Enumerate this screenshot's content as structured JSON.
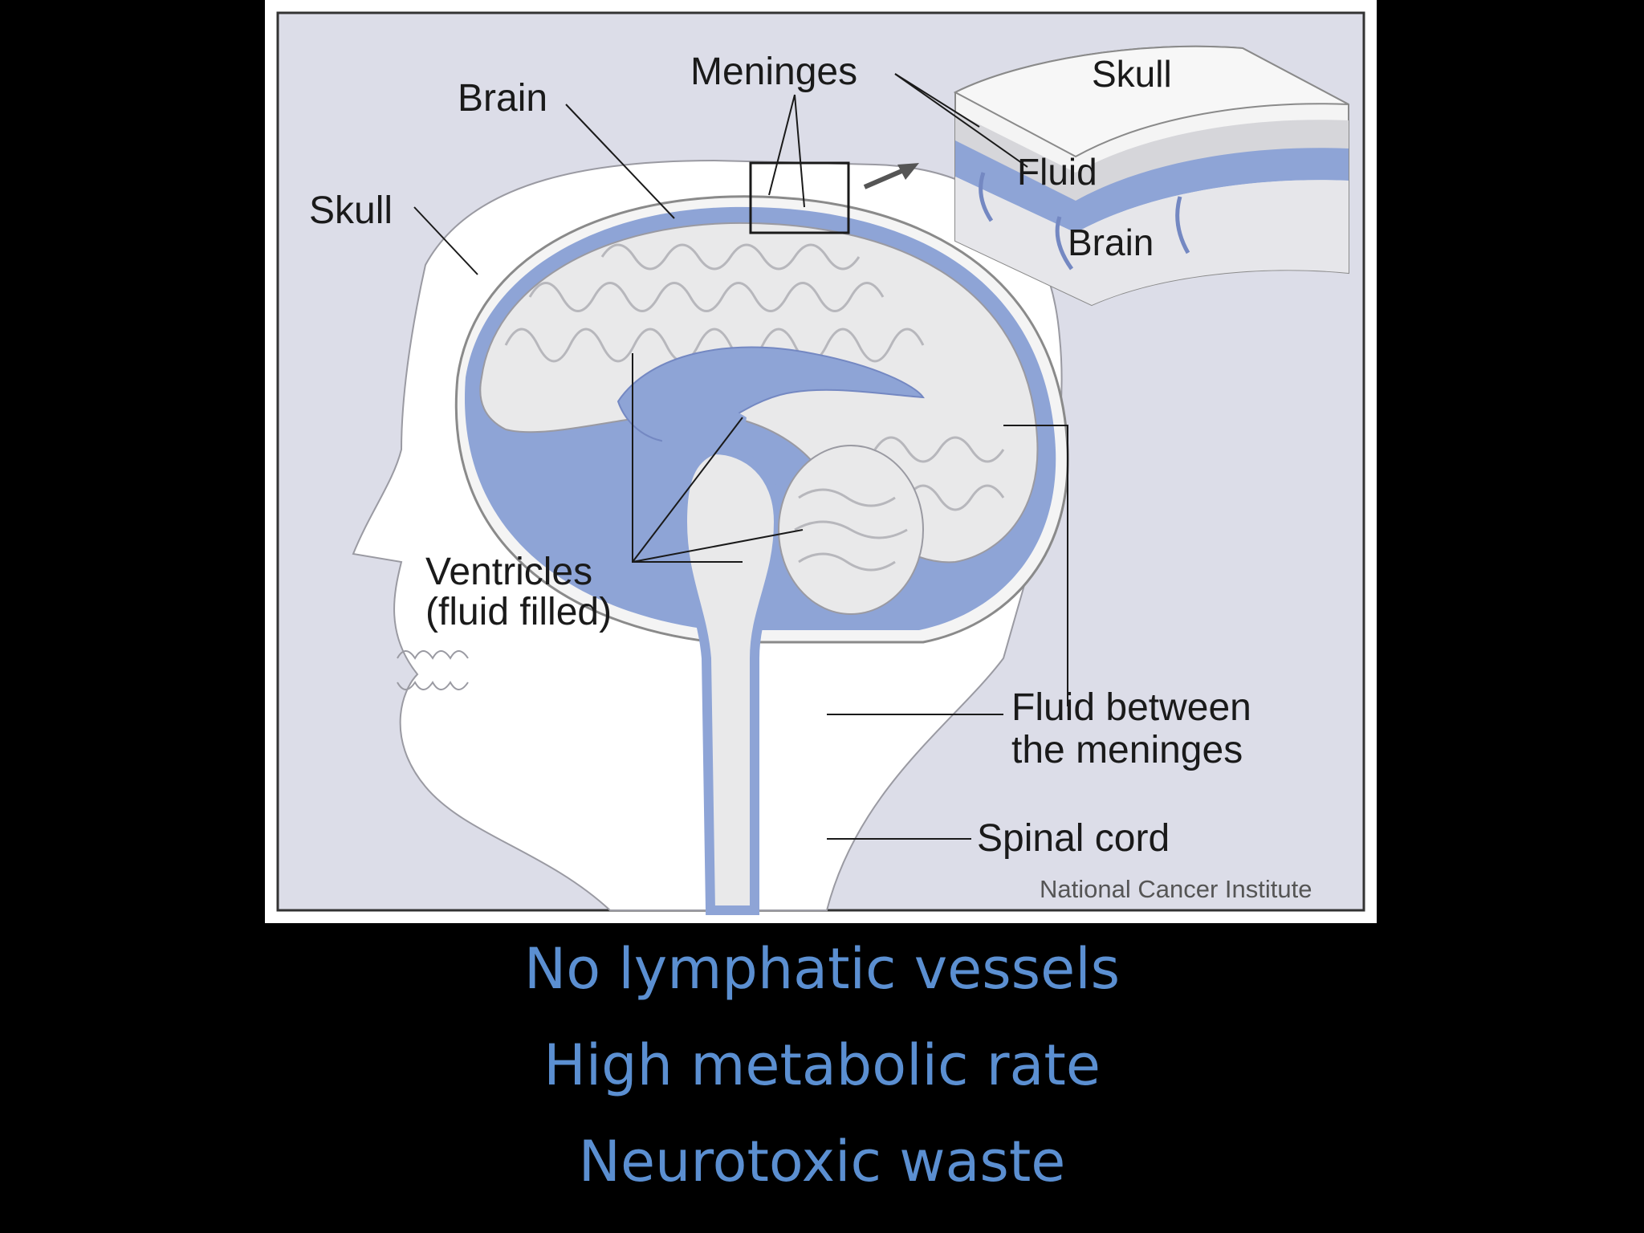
{
  "diagram": {
    "labels": {
      "brain": "Brain",
      "meninges": "Meninges",
      "skull": "Skull",
      "ventricles_line1": "Ventricles",
      "ventricles_line2": "(fluid filled)",
      "fluid_between_line1": "Fluid between",
      "fluid_between_line2": "the meninges",
      "spinal_cord": "Spinal cord"
    },
    "inset": {
      "skull": "Skull",
      "fluid": "Fluid",
      "brain": "Brain"
    },
    "credit": "National Cancer Institute",
    "colors": {
      "background": "#dcdde8",
      "fluid": "#8ea4d6",
      "brain": "#e9e9ea",
      "head": "#ffffff",
      "border": "#333333"
    }
  },
  "bullets": [
    "No lymphatic vessels",
    "High metabolic rate",
    "Neurotoxic waste"
  ],
  "bullet_color": "#5b8fd1"
}
